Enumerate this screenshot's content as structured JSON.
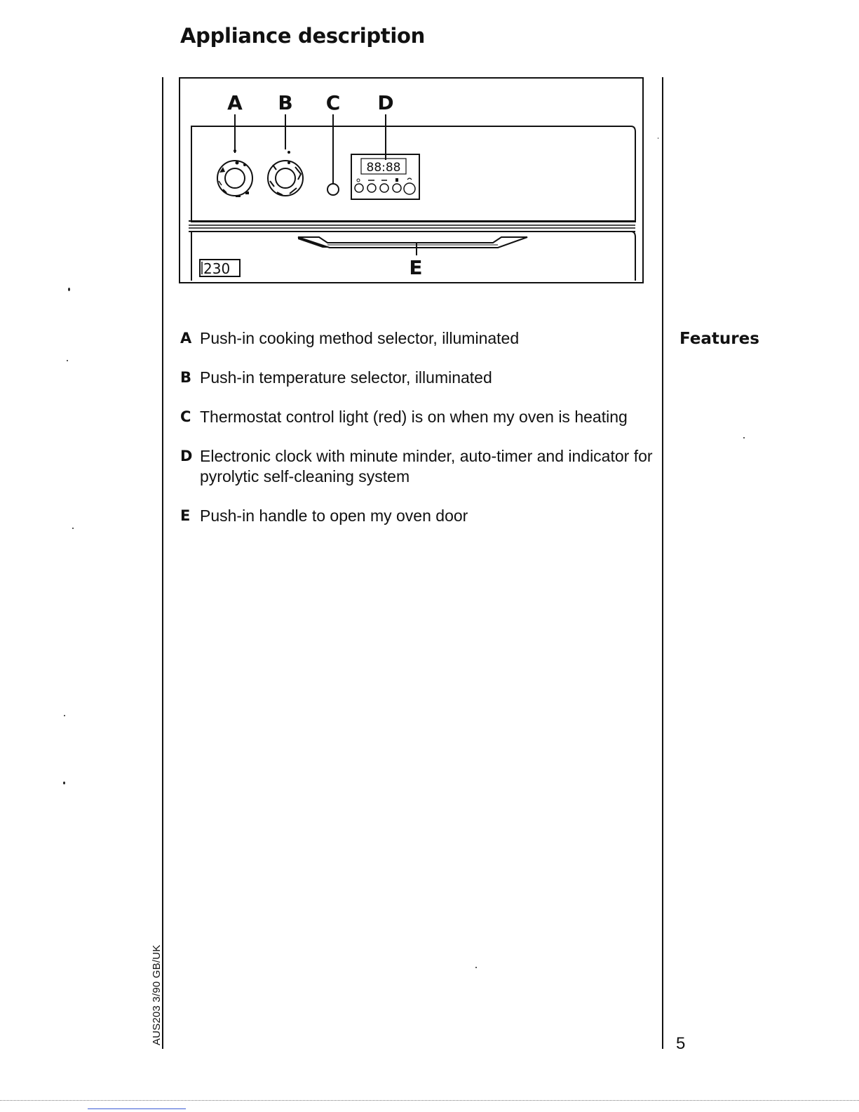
{
  "page": {
    "title": "Appliance description",
    "side_heading": "Features",
    "page_number": "5",
    "doc_reference": "AUS203 3/90   GB/UK"
  },
  "diagram": {
    "callouts": {
      "a": "A",
      "b": "B",
      "c": "C",
      "d": "D",
      "e": "E"
    },
    "clock_display": "88:88",
    "model_badge": "230"
  },
  "legend": [
    {
      "key": "A",
      "text": "Push-in cooking method selector, illuminated"
    },
    {
      "key": "B",
      "text": "Push-in temperature selector, illuminated"
    },
    {
      "key": "C",
      "text": "Thermostat control light (red) is on when my oven is heating"
    },
    {
      "key": "D",
      "text": "Electronic clock with minute minder, auto-timer and indicator for pyrolytic self-cleaning system"
    },
    {
      "key": "E",
      "text": "Push-in handle to open my oven door"
    }
  ],
  "icons": [
    "cooking-method-knob-icon",
    "temperature-knob-icon",
    "thermostat-light-icon",
    "clock-button-icon",
    "oven-handle-icon"
  ]
}
